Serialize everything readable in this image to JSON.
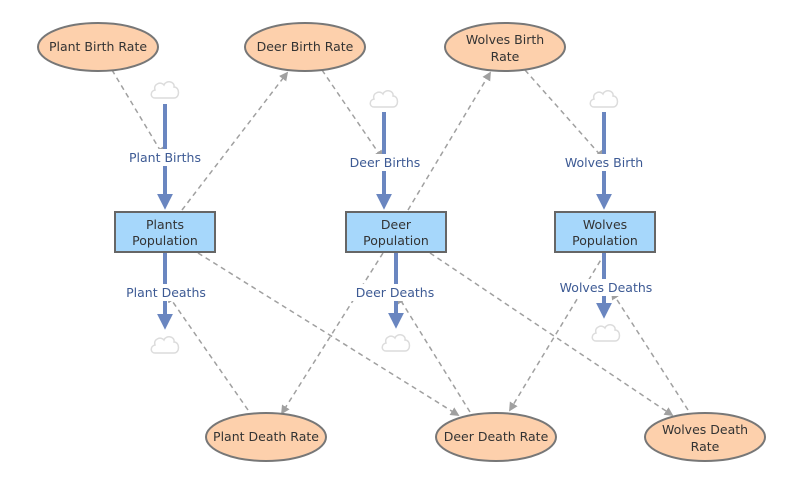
{
  "colors": {
    "ellipse_fill": "#fdd0ac",
    "ellipse_stroke": "#777777",
    "stock_fill": "#a6d7fb",
    "stock_stroke": "#666666",
    "flow": "#6a86c0",
    "link": "#a0a0a0",
    "cloud": "#e6e6e6"
  },
  "rates": {
    "plant_birth": "Plant Birth Rate",
    "deer_birth": "Deer Birth Rate",
    "wolves_birth": [
      "Wolves Birth",
      "Rate"
    ],
    "plant_death": "Plant Death Rate",
    "deer_death": "Deer Death Rate",
    "wolves_death": [
      "Wolves Death",
      "Rate"
    ]
  },
  "stocks": {
    "plants": [
      "Plants",
      "Population"
    ],
    "deer": [
      "Deer",
      "Population"
    ],
    "wolves": [
      "Wolves",
      "Population"
    ]
  },
  "flows": {
    "plant_births": "Plant Births",
    "deer_births": "Deer Births",
    "wolves_birth": "Wolves Birth",
    "plant_deaths": "Plant Deaths",
    "deer_deaths": "Deer Deaths",
    "wolves_deaths": "Wolves Deaths"
  }
}
